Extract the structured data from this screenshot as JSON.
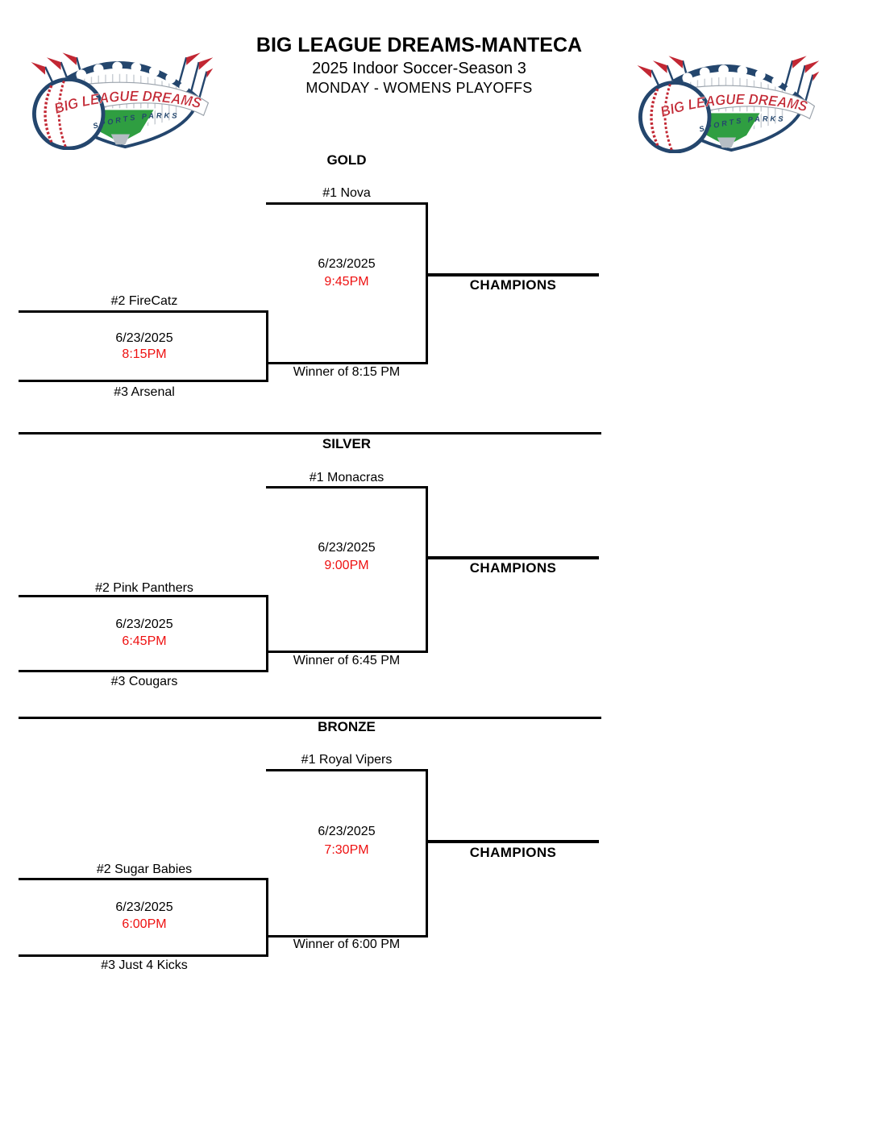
{
  "header": {
    "title": "BIG LEAGUE DREAMS-MANTECA",
    "subtitle": "2025 Indoor Soccer-Season 3",
    "subheading": "MONDAY - WOMENS PLAYOFFS"
  },
  "logo": {
    "banner_text": "BIG LEAGUE DREAMS",
    "tagline": "SPORTS PARKS"
  },
  "colors": {
    "time_red": "#ee1111",
    "line_black": "#000000",
    "logo_navy": "#24466d",
    "logo_red": "#c22733",
    "logo_green": "#2f9e41",
    "logo_gray": "#b6bdc4"
  },
  "brackets": [
    {
      "division": "GOLD",
      "seed1": "#1 Nova",
      "final_date": "6/23/2025",
      "final_time": "9:45PM",
      "champions_label": "CHAMPIONS",
      "seed2": "#2 FireCatz",
      "semi_date": "6/23/2025",
      "semi_time": "8:15PM",
      "winner_label": "Winner of 8:15 PM",
      "seed3": "#3 Arsenal"
    },
    {
      "division": "SILVER",
      "seed1": "#1 Monacras",
      "final_date": "6/23/2025",
      "final_time": "9:00PM",
      "champions_label": "CHAMPIONS",
      "seed2": "#2 Pink Panthers",
      "semi_date": "6/23/2025",
      "semi_time": "6:45PM",
      "winner_label": "Winner of 6:45 PM",
      "seed3": "#3 Cougars"
    },
    {
      "division": "BRONZE",
      "seed1": "#1 Royal Vipers",
      "final_date": "6/23/2025",
      "final_time": "7:30PM",
      "champions_label": "CHAMPIONS",
      "seed2": "#2 Sugar Babies",
      "semi_date": "6/23/2025",
      "semi_time": "6:00PM",
      "winner_label": "Winner of 6:00 PM",
      "seed3": "#3 Just 4 Kicks"
    }
  ]
}
